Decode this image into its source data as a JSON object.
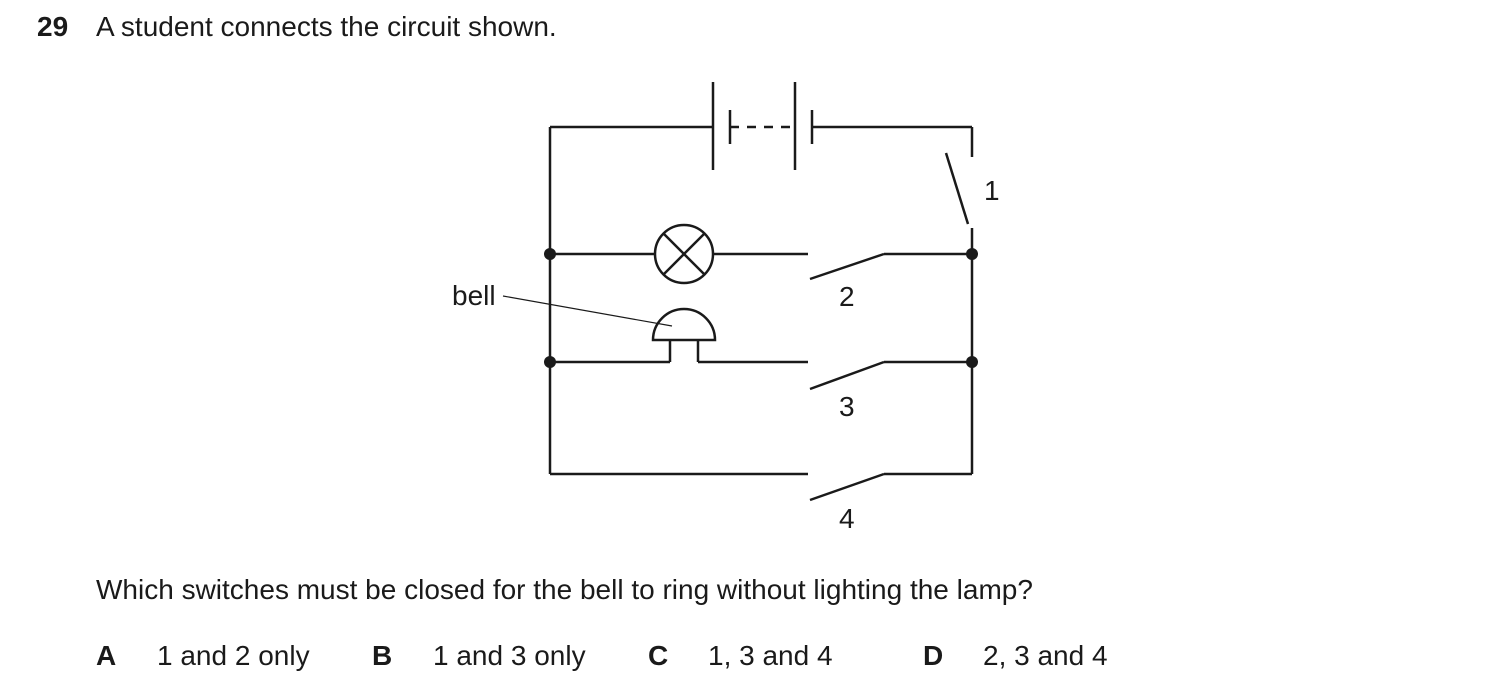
{
  "question": {
    "number": "29",
    "stem": "A student connects the circuit shown.",
    "prompt": "Which switches must be closed for the bell to ring without lighting the lamp?"
  },
  "diagram": {
    "component_label": "bell",
    "switch_labels": [
      "1",
      "2",
      "3",
      "4"
    ]
  },
  "options": [
    {
      "letter": "A",
      "text": "1 and 2 only"
    },
    {
      "letter": "B",
      "text": "1 and 3 only"
    },
    {
      "letter": "C",
      "text": "1, 3 and 4"
    },
    {
      "letter": "D",
      "text": "2, 3 and 4"
    }
  ]
}
